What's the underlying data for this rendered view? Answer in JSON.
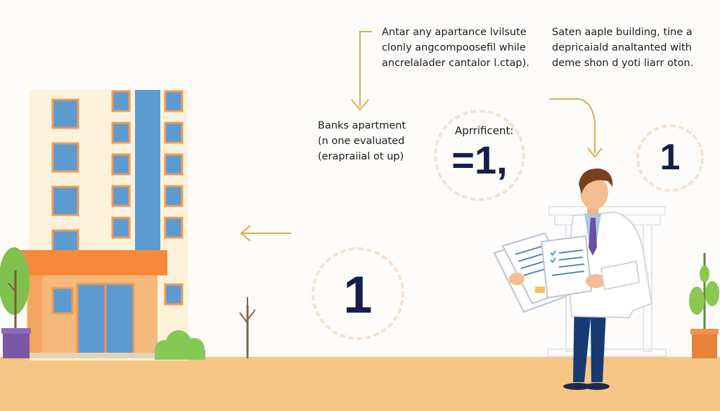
{
  "captions": {
    "top_center": [
      "Antar any apartance lvilsute",
      "clonly angcompoosefil while",
      "ancrelalader cantalor l.ctap)."
    ],
    "top_right": [
      "Saten aaple building, tine a",
      "depricaiald analtanted with",
      "deme shon d yoti liarr oton."
    ],
    "mid_left": [
      "Banks apartment",
      "(n one evaluated",
      "(erapraiial ot up)"
    ],
    "mid_label": "Aprrificent:"
  },
  "badges": {
    "center": "=1,",
    "right": "1",
    "lower": "1"
  },
  "colors": {
    "ground": "#f5c684",
    "building": "#fdf2d9",
    "window": "#5b9bd0",
    "roof": "#f7893a",
    "accent_arrow": "#e2a94a",
    "number": "#15204a",
    "coat": "#ffffff",
    "trousers": "#173a73"
  },
  "icons": [
    "apartment-building-illustration",
    "appraiser-person-illustration",
    "document-icon",
    "arrow-left-icon",
    "arrow-down-icon",
    "potted-plant-icon",
    "shrub-icon",
    "bare-sapling-icon",
    "columned-building-icon"
  ]
}
